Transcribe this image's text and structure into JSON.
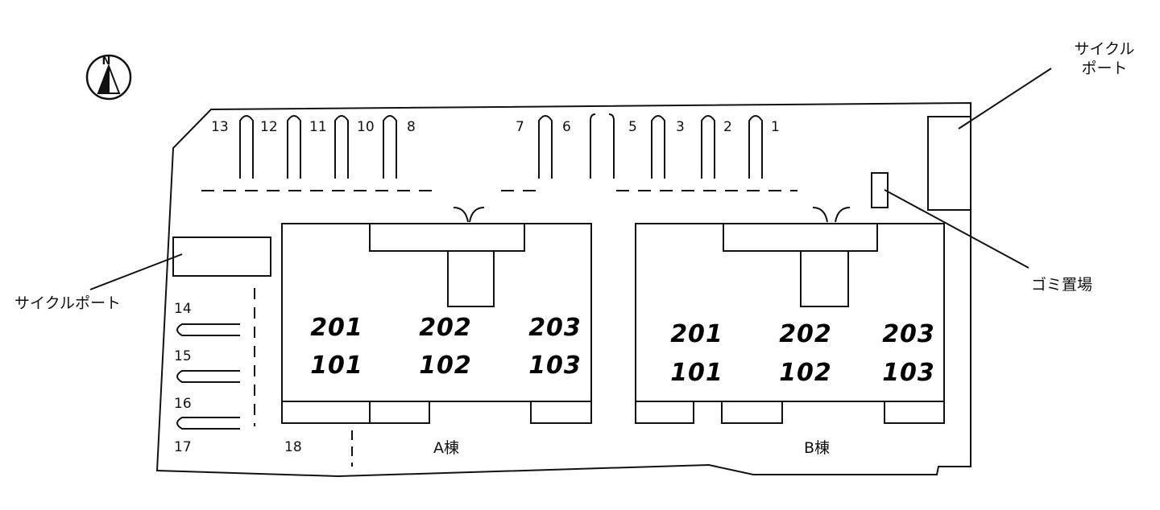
{
  "parking_top": [
    {
      "label": "13"
    },
    {
      "label": "12"
    },
    {
      "label": "11"
    },
    {
      "label": "10"
    },
    {
      "label": "8"
    },
    {
      "label": "7"
    },
    {
      "label": "6"
    },
    {
      "label": "5"
    },
    {
      "label": "3"
    },
    {
      "label": "2"
    },
    {
      "label": "1"
    }
  ],
  "parking_left": [
    {
      "label": "14"
    },
    {
      "label": "15"
    },
    {
      "label": "16"
    },
    {
      "label": "17"
    }
  ],
  "parking_bottom": {
    "label": "18"
  },
  "labels": {
    "cycle_port_top": "サイクル",
    "cycle_port_top_line2": "ポート",
    "cycle_port_left": "サイクルポート",
    "garbage": "ゴミ置場"
  },
  "buildings": {
    "a": {
      "name": "A棟",
      "units": [
        {
          "label": "201"
        },
        {
          "label": "202"
        },
        {
          "label": "203"
        },
        {
          "label": "101"
        },
        {
          "label": "102"
        },
        {
          "label": "103"
        }
      ]
    },
    "b": {
      "name": "B棟",
      "units": [
        {
          "label": "201"
        },
        {
          "label": "202"
        },
        {
          "label": "203"
        },
        {
          "label": "101"
        },
        {
          "label": "102"
        },
        {
          "label": "103"
        }
      ]
    }
  },
  "compass": {
    "label": "N"
  }
}
